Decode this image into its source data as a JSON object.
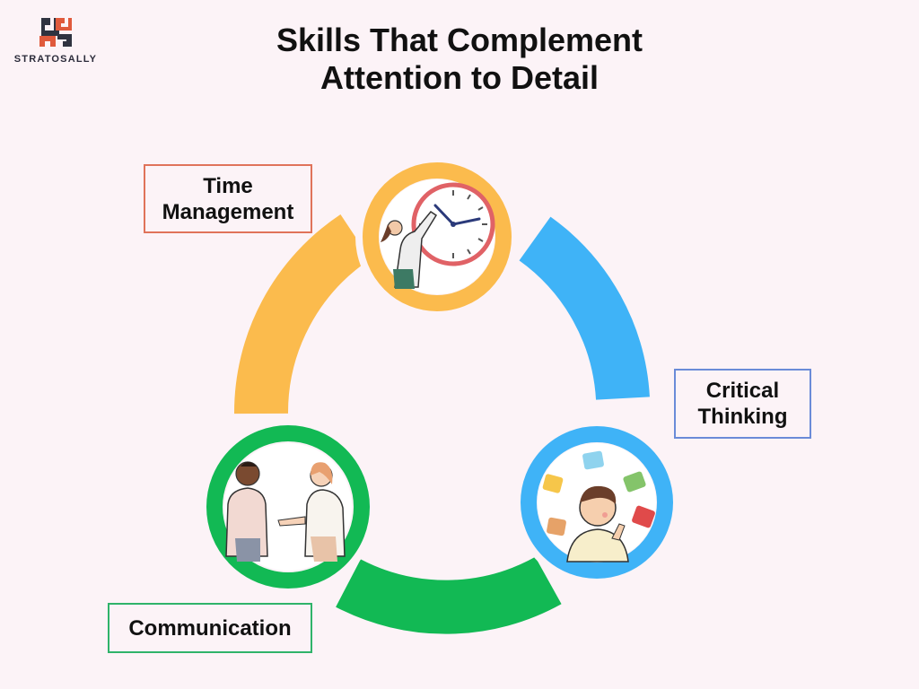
{
  "brand": {
    "name": "STRATOSALLY",
    "colors": {
      "dark": "#2f3340",
      "accent": "#e05a3c"
    }
  },
  "title": {
    "line1": "Skills That Complement",
    "line2": "Attention to Detail"
  },
  "cycle": {
    "colors": {
      "time": "#fbbb4d",
      "critical": "#3fb3f7",
      "communication": "#12b954"
    },
    "nodes": [
      {
        "id": "time",
        "label_lines": [
          "Time",
          "Management"
        ],
        "icon": "clock-with-woman-icon"
      },
      {
        "id": "critical",
        "label_lines": [
          "Critical",
          "Thinking"
        ],
        "icon": "thinking-person-puzzle-icon"
      },
      {
        "id": "communication",
        "label_lines": [
          "Communication"
        ],
        "icon": "two-people-talking-icon"
      }
    ]
  }
}
